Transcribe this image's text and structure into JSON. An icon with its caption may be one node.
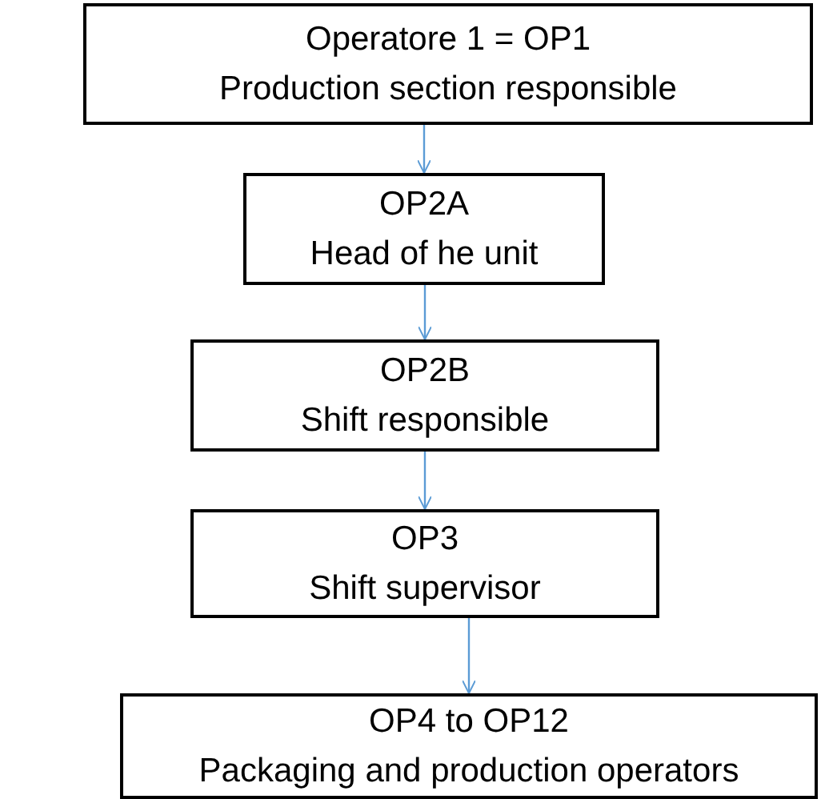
{
  "diagram": {
    "nodes": [
      {
        "text": [
          "Operatore 1 = OP1",
          "Production section responsible"
        ]
      },
      {
        "text": [
          "OP2A",
          "Head of he unit"
        ]
      },
      {
        "text": [
          "OP2B",
          "Shift responsible"
        ]
      },
      {
        "text": [
          "OP3",
          "Shift supervisor"
        ]
      },
      {
        "text": [
          "OP4 to OP12",
          "Packaging and production operators"
        ]
      }
    ],
    "edges": [
      {
        "from": 0,
        "to": 1,
        "arrow": "to"
      },
      {
        "from": 1,
        "to": 2,
        "arrow": "to"
      },
      {
        "from": 2,
        "to": 3,
        "arrow": "to"
      },
      {
        "from": 3,
        "to": 4,
        "arrow": "to"
      }
    ]
  }
}
